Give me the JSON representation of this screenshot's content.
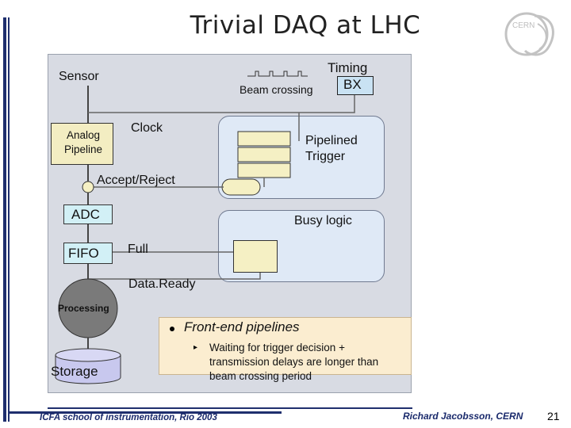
{
  "slide": {
    "title": "Trivial DAQ at LHC",
    "logo_text": "CERN",
    "footer_left": "ICFA school of instrumentation, Rio 2003",
    "footer_right": "Richard Jacobsson, CERN",
    "page_number": "21"
  },
  "diagram": {
    "sensor": "Sensor",
    "timing": "Timing",
    "bx": "BX",
    "beam_crossing": "Beam crossing",
    "clock": "Clock",
    "analog_line1": "Analog",
    "analog_line2": "Pipeline",
    "pipelined_trigger_line1": "Pipelined",
    "pipelined_trigger_line2": "Trigger",
    "accept_reject": "Accept/Reject",
    "adc": "ADC",
    "busy_logic": "Busy logic",
    "fifo": "FIFO",
    "full": "Full",
    "data_ready": "Data.Ready",
    "processing": "Processing",
    "storage": "Storage"
  },
  "notes": {
    "bullet": "Front-end pipelines",
    "sub_bullet": "Waiting for trigger decision + transmission delays are longer than beam crossing period"
  },
  "colors": {
    "accent": "#1f2f6e",
    "panel": "#d8dbe3",
    "note_bg": "#fbedd0"
  }
}
